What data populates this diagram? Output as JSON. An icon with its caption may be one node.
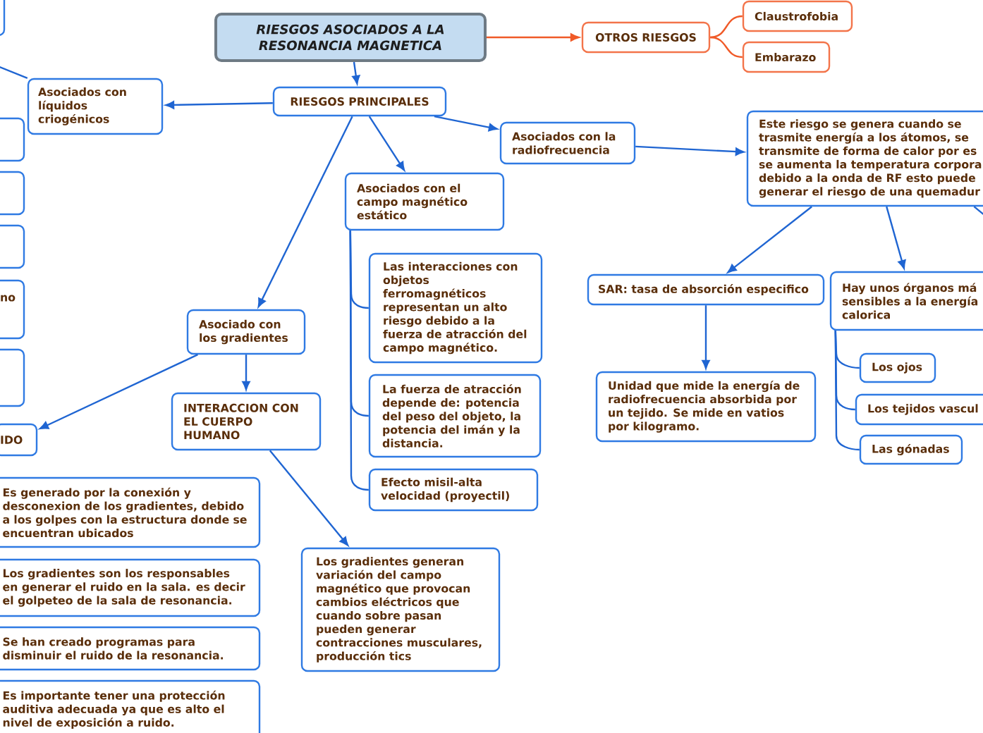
{
  "diagram": {
    "nodes": [
      {
        "text": [
          "RIESGOS ASOCIADOS A LA RESONANCIA MAGNETICA"
        ]
      },
      {
        "text": [
          "OTROS RIESGOS"
        ]
      },
      {
        "text": [
          "Claustrofobia"
        ]
      },
      {
        "text": [
          "Embarazo"
        ]
      },
      {
        "text": [
          "RIESGOS PRINCIPALES"
        ]
      },
      {
        "text": [
          "Asociados con líquidos criogénicos"
        ]
      },
      {
        "text": [
          "Asociados con la radiofrecuencia"
        ]
      },
      {
        "text": [
          "Este riesgo se genera cuando se trasmite energía a los átomos, se transmite de forma de calor por es se aumenta la temperatura corpora debido a la onda de RF esto puede generar el riesgo de una quemadur"
        ]
      },
      {
        "text": [
          "Asociados con el campo magnético estático"
        ]
      },
      {
        "text": [
          "Las interacciones con objetos ferromagnéticos representan un alto riesgo debido a la fuerza de atracción del campo magnético."
        ]
      },
      {
        "text": [
          "La fuerza de atracción depende de: potencia del peso del objeto, la potencia del imán y la distancia."
        ]
      },
      {
        "text": [
          "Efecto misil-alta velocidad (proyectil)"
        ]
      },
      {
        "text": [
          "Asociado con los gradientes"
        ]
      },
      {
        "text": [
          "INTERACCION CON EL CUERPO HUMANO"
        ]
      },
      {
        "text": [
          "IDO"
        ]
      },
      {
        "text": [
          "Los gradientes generan variación del campo magnético que provocan cambios eléctricos que cuando sobre pasan pueden generar contracciones musculares, producción tics"
        ]
      },
      {
        "text": [
          "SAR: tasa de absorción especifico"
        ]
      },
      {
        "text": [
          "Unidad que mide la energía de radiofrecuencia absorbida por un tejido. Se mide en vatios por kilogramo."
        ]
      },
      {
        "text": [
          "Hay unos órganos má sensibles a la energía calorica"
        ]
      },
      {
        "text": [
          "Los ojos"
        ]
      },
      {
        "text": [
          "Los tejidos vascul"
        ]
      },
      {
        "text": [
          "Las gónadas"
        ]
      },
      {
        "text": [],
        "shape": "box"
      },
      {
        "text": [],
        "shape": "box"
      },
      {
        "text": [],
        "shape": "box"
      },
      {
        "text": [],
        "shape": "box"
      },
      {
        "text": [
          "no"
        ]
      },
      {
        "text": [],
        "shape": "box"
      },
      {
        "text": [
          "Es generado por la conexión y desconexion de los gradientes, debido a los golpes con la estructura donde se encuentran ubicados"
        ]
      },
      {
        "text": [
          "Los gradientes son los responsables en generar el ruido en la sala. es decir el golpeteo de la sala de resonancia."
        ]
      },
      {
        "text": [
          "Se han creado programas para disminuir el ruido de la resonancia."
        ]
      },
      {
        "text": [
          "Es importante tener una protección auditiva adecuada ya que es alto el nivel de exposición a ruido."
        ]
      }
    ],
    "edges": [
      {
        "from": 0,
        "to": 4,
        "arrow": "to"
      },
      {
        "from": 0,
        "to": 1,
        "arrow": "to",
        "color": "#f05a28"
      },
      {
        "from": 1,
        "to": 2,
        "arrow": "none",
        "color": "#f05a28"
      },
      {
        "from": 1,
        "to": 3,
        "arrow": "none",
        "color": "#f05a28"
      },
      {
        "from": 4,
        "to": 5,
        "arrow": "to"
      },
      {
        "from": 4,
        "to": 6,
        "arrow": "to"
      },
      {
        "from": 4,
        "to": 8,
        "arrow": "to"
      },
      {
        "from": 4,
        "to": 12,
        "arrow": "to"
      },
      {
        "from": 6,
        "to": 7,
        "arrow": "to"
      },
      {
        "from": 7,
        "to": 16,
        "arrow": "to"
      },
      {
        "from": 7,
        "to": 18,
        "arrow": "to"
      },
      {
        "from": 7,
        "to": null,
        "arrow": "none"
      },
      {
        "from": 16,
        "to": 17,
        "arrow": "to"
      },
      {
        "from": 18,
        "to": 19,
        "arrow": "none"
      },
      {
        "from": 18,
        "to": 20,
        "arrow": "none"
      },
      {
        "from": 18,
        "to": 21,
        "arrow": "none"
      },
      {
        "from": 8,
        "to": 9,
        "arrow": "none"
      },
      {
        "from": 8,
        "to": 10,
        "arrow": "none"
      },
      {
        "from": 8,
        "to": 11,
        "arrow": "none"
      },
      {
        "from": 12,
        "to": 14,
        "arrow": "to"
      },
      {
        "from": 12,
        "to": 13,
        "arrow": "to"
      },
      {
        "from": 13,
        "to": 15,
        "arrow": "to"
      },
      {
        "from": 5,
        "to": null,
        "arrow": "none"
      }
    ]
  }
}
